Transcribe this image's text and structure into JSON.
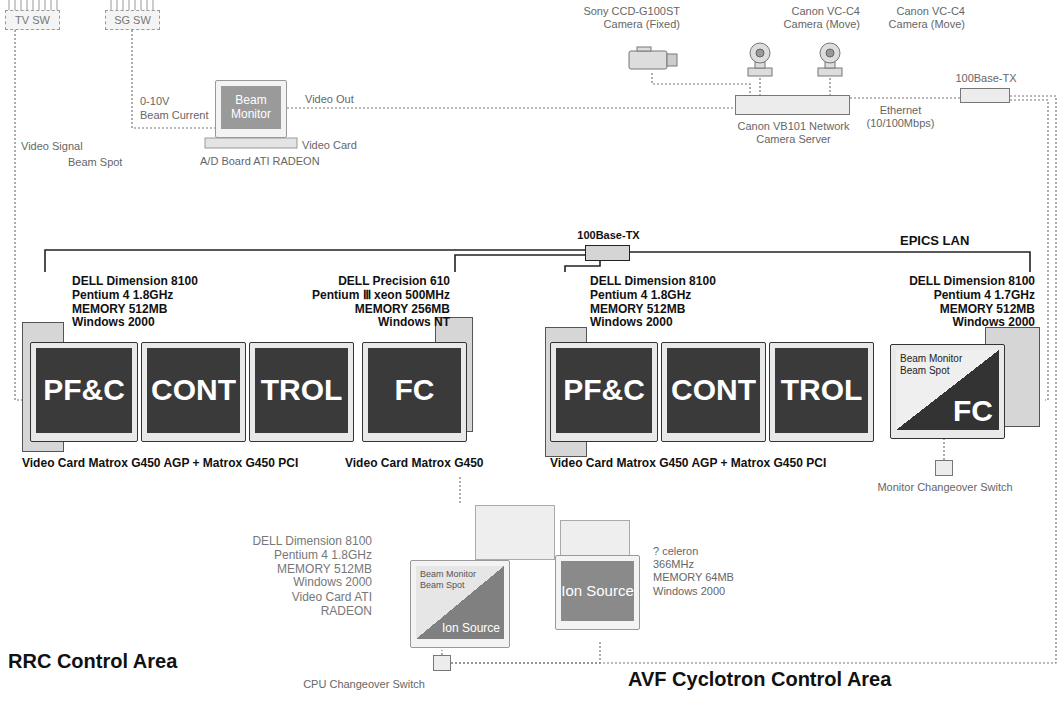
{
  "diagram": {
    "nodes": [
      {
        "text": [
          "TV SW"
        ]
      },
      {
        "text": [
          "SG SW"
        ]
      },
      {
        "text": [
          "Beam Monitor"
        ]
      },
      {
        "text": [
          "Sony CCD-G100ST Camera (Fixed)"
        ]
      },
      {
        "text": [
          "Canon VC-C4 Camera (Move)"
        ]
      },
      {
        "text": [
          "Canon VC-C4 Camera (Move)"
        ]
      },
      {
        "text": [
          "Canon VB101 Network Camera Server"
        ]
      },
      {
        "text": [
          "100Base-TX"
        ]
      },
      {
        "text": [
          "100Base-TX"
        ]
      },
      {
        "text": [
          "DELL Dimension 8100 Pentium 4 1.8GHz MEMORY 512MB Windows 2000",
          "Video Card Matrox G450 AGP + Matrox G450 PCI"
        ]
      },
      {
        "text": [
          "PF&C"
        ],
        "in": 9
      },
      {
        "text": [
          "CONT"
        ],
        "in": 9
      },
      {
        "text": [
          "TROL"
        ],
        "in": 9
      },
      {
        "text": [
          "DELL Precision 610 Pentium Ⅲ xeon 500MHz MEMORY 256MB Windows NT",
          "Video Card Matrox G450"
        ]
      },
      {
        "text": [
          "FC"
        ],
        "in": 13
      },
      {
        "text": [
          "DELL Dimension 8100 Pentium 4 1.8GHz MEMORY 512MB Windows 2000",
          "Video Card Matrox G450 AGP + Matrox G450 PCI"
        ]
      },
      {
        "text": [
          "PF&C"
        ],
        "in": 15
      },
      {
        "text": [
          "CONT"
        ],
        "in": 15
      },
      {
        "text": [
          "TROL"
        ],
        "in": 15
      },
      {
        "text": [
          "DELL Dimension 8100 Pentium 4 1.7GHz MEMORY 512MB Windows 2000"
        ]
      },
      {
        "text": [
          "Beam Monitor",
          "Beam Spot",
          "FC"
        ],
        "in": 19
      },
      {
        "text": [
          "Monitor Changeover Switch"
        ]
      },
      {
        "text": [
          "DELL Dimension 8100 Pentium 4 1.8GHz MEMORY 512MB Windows 2000",
          "Video Card ATI RADEON"
        ]
      },
      {
        "text": [
          "Beam Monitor",
          "Beam Spot",
          "Ion Source"
        ],
        "in": 22
      },
      {
        "text": [
          "CPU Changeover Switch"
        ]
      },
      {
        "text": [
          "? celeron 366MHz MEMORY 64MB Windows 2000"
        ]
      },
      {
        "text": [
          "Ion Source"
        ],
        "in": 25
      }
    ],
    "edges": [
      {
        "from": 0,
        "to": 9,
        "arrow": "none"
      },
      {
        "from": 1,
        "to": 2,
        "arrow": "none"
      },
      {
        "from": 2,
        "to": 6,
        "arrow": "none"
      },
      {
        "from": 3,
        "to": 6,
        "arrow": "none"
      },
      {
        "from": 4,
        "to": 6,
        "arrow": "none"
      },
      {
        "from": 5,
        "to": 6,
        "arrow": "none"
      },
      {
        "from": 6,
        "to": 7,
        "arrow": "none"
      },
      {
        "from": 8,
        "to": 9,
        "arrow": "none"
      },
      {
        "from": 8,
        "to": 13,
        "arrow": "none"
      },
      {
        "from": 8,
        "to": 15,
        "arrow": "none"
      },
      {
        "from": 8,
        "to": 19,
        "arrow": "none"
      },
      {
        "from": 7,
        "to": 19,
        "arrow": "none"
      },
      {
        "from": 21,
        "to": 20,
        "arrow": "none"
      },
      {
        "from": 13,
        "to": 22,
        "arrow": "none"
      },
      {
        "from": 24,
        "to": 22,
        "arrow": "none"
      },
      {
        "from": 24,
        "to": 25,
        "arrow": "none"
      },
      {
        "from": 24,
        "to": 7,
        "arrow": "none"
      }
    ],
    "labels": [
      "0-10V",
      "Beam Current",
      "Video Signal",
      "Beam Spot",
      "Video Out",
      "Video Card",
      "A/D Board ATI RADEON",
      "Ethernet (10/100Mbps)",
      "EPICS LAN",
      "RRC Control Area",
      "AVF Cyclotron Control Area"
    ]
  }
}
